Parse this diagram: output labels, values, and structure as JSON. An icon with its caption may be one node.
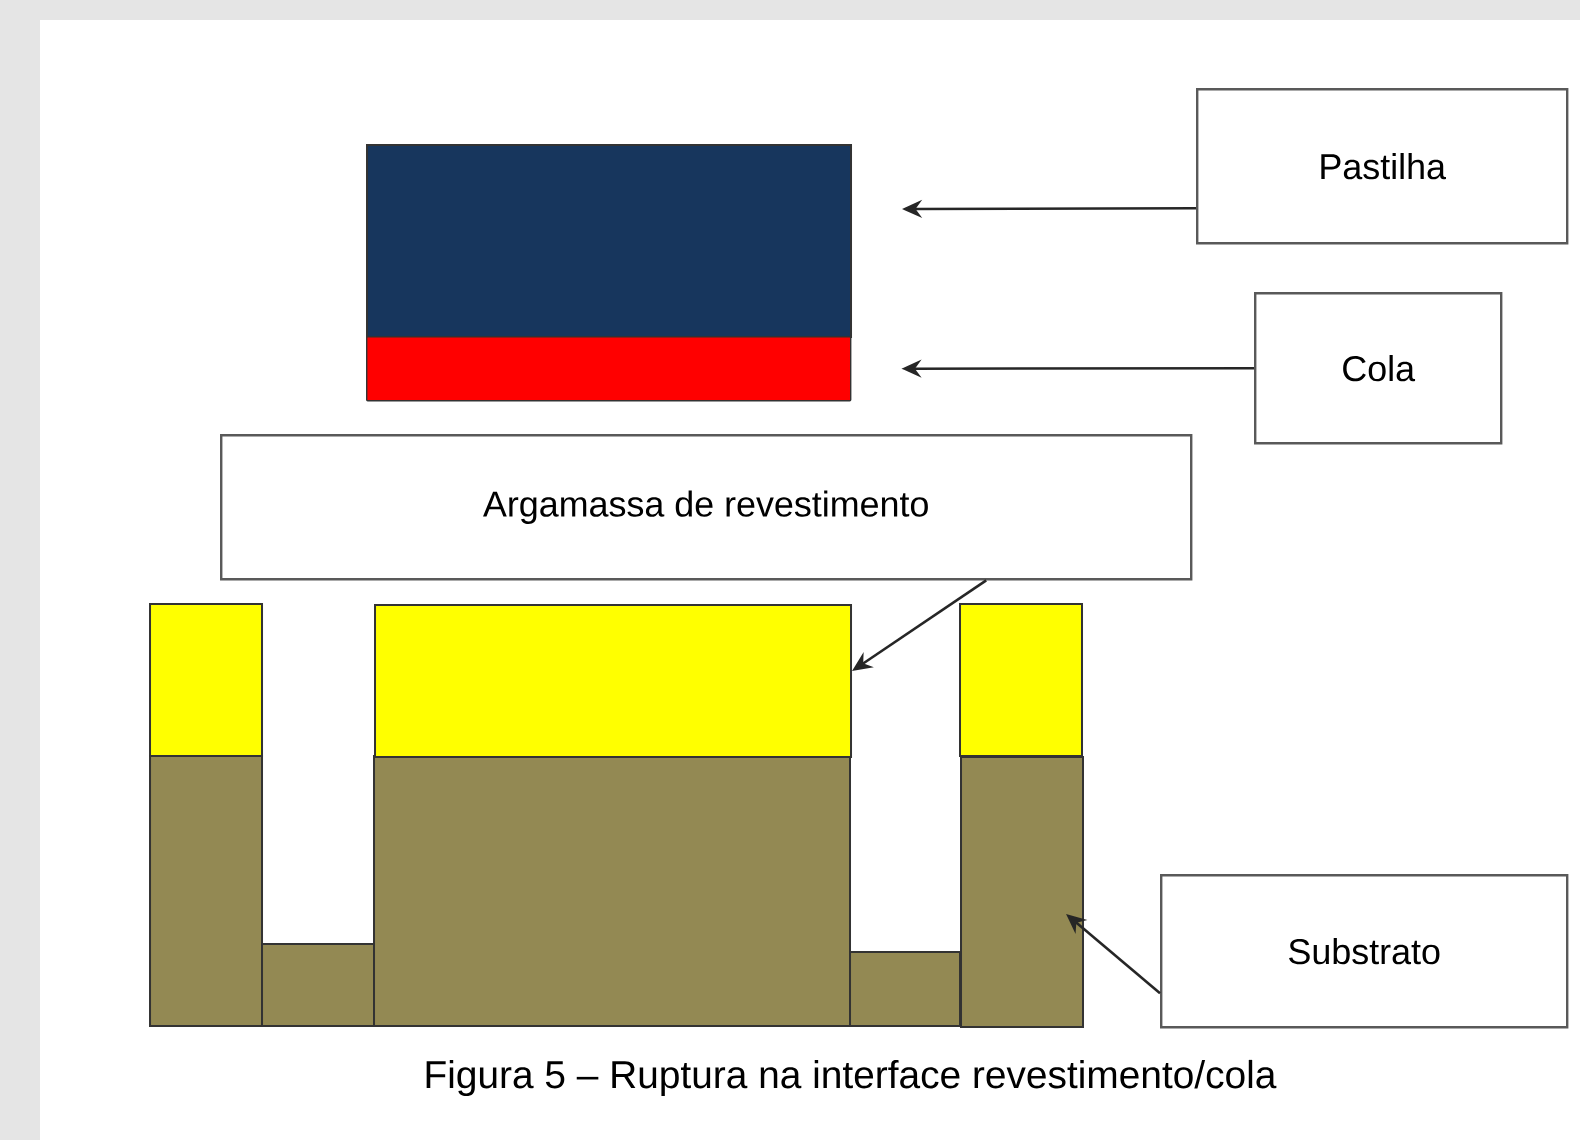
{
  "diagram": {
    "caption": "Figura 5 – Ruptura na interface revestimento/cola",
    "nodes": [
      {
        "text": [],
        "shape": "box"
      },
      {
        "text": [],
        "shape": "bar"
      },
      {
        "text": [
          "Pastilha"
        ]
      },
      {
        "text": [
          "Cola"
        ]
      },
      {
        "text": [
          "Argamassa de revestimento"
        ]
      },
      {
        "text": [],
        "shape": "box"
      },
      {
        "text": [],
        "shape": "box"
      },
      {
        "text": [
          "Substrato"
        ]
      }
    ],
    "edges": [
      {
        "from": 2,
        "to": 0,
        "arrow": "to"
      },
      {
        "from": 3,
        "to": 1,
        "arrow": "to"
      },
      {
        "from": 4,
        "to": 5,
        "arrow": "to"
      },
      {
        "from": 7,
        "to": 6,
        "arrow": "to"
      }
    ]
  }
}
